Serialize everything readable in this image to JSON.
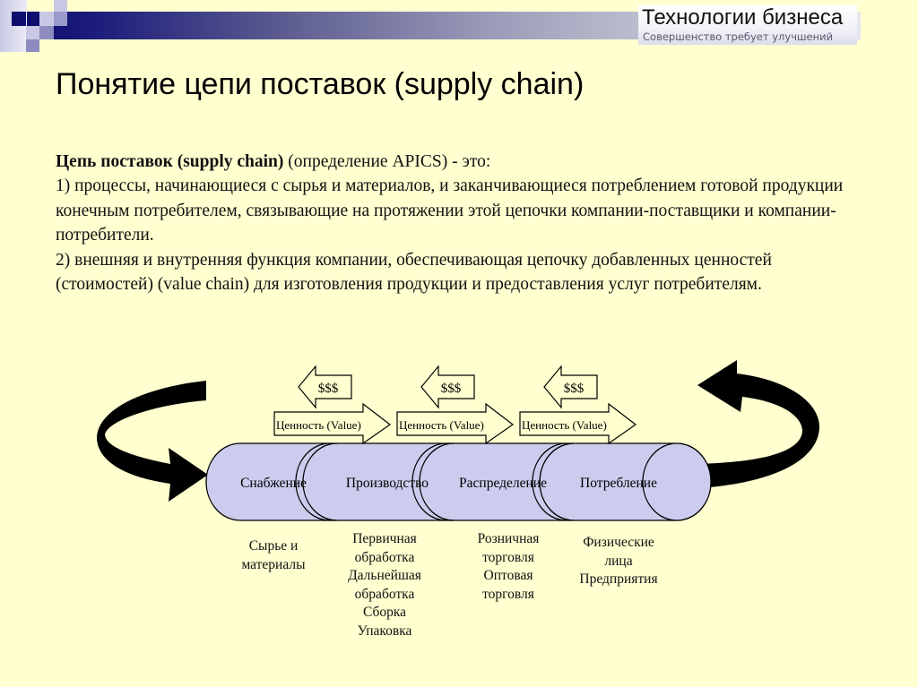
{
  "header": {
    "brand_title": "Технологии бизнеса",
    "brand_tagline": "Совершенство требует улучшений",
    "accent_color": "#0d0d6e"
  },
  "slide": {
    "title": "Понятие цепи поставок (supply chain)"
  },
  "definition": {
    "term": "Цепь поставок (supply chain)",
    "intro": " (определение APICS) - это:",
    "point1": "1) процессы, начинающиеся с сырья и материалов, и заканчивающиеся потреблением готовой продукции конечным потребителем, связывающие на протяжении этой цепочки компании-поставщики и компании-потребители.",
    "point2": "2) внешняя и внутренняя функция компании, обеспечивающая цепочку добавленных ценностей (стоимостей) (value chain) для изготовления продукции и предоставления услуг потребителям."
  },
  "diagram": {
    "cylinder_color": "#ccccee",
    "stages": [
      {
        "label": "Снабжение",
        "details": [
          "Сырье и",
          "материалы"
        ]
      },
      {
        "label": "Производство",
        "details": [
          "Первичная",
          "обработка",
          "Дальнейшая",
          "обработка",
          "Сборка",
          "Упаковка"
        ]
      },
      {
        "label": "Распределение",
        "details": [
          "Розничная",
          "торговля",
          "Оптовая",
          "торговля"
        ]
      },
      {
        "label": "Потребление",
        "details": [
          "Физические",
          "лица",
          "Предприятия"
        ]
      }
    ],
    "money_arrows": [
      "$$$",
      "$$$",
      "$$$"
    ],
    "value_arrows": [
      "Ценность (Value)",
      "Ценность (Value)",
      "Ценность (Value)"
    ],
    "loop_arrows": [
      "left-incoming-arrow",
      "right-outgoing-arrow"
    ]
  }
}
